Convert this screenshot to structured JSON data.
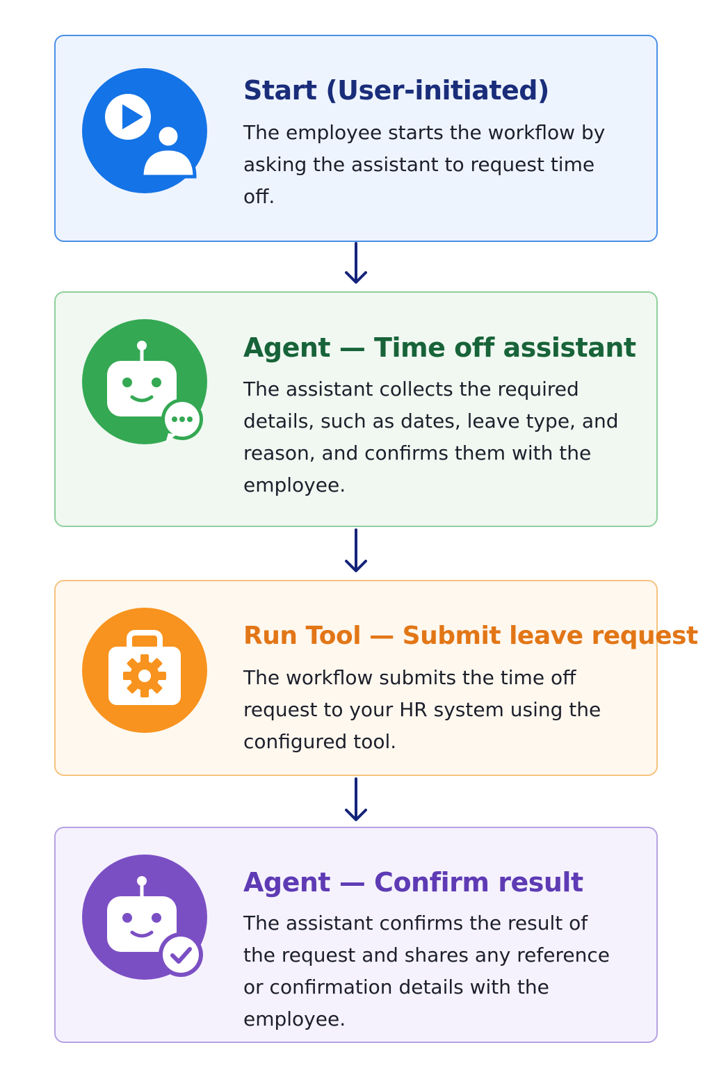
{
  "steps": [
    {
      "title": "Start (User-initiated)",
      "description": "The employee starts the workflow by asking the assistant to request time off.",
      "icon": "play-user-icon",
      "accent": "#1473e6"
    },
    {
      "title": "Agent — Time off assistant",
      "description": "The assistant collects the required details, such as dates, leave type, and reason, and confirms them with the employee.",
      "icon": "robot-chat-icon",
      "accent": "#34a853"
    },
    {
      "title": "Run Tool — Submit leave request",
      "description": "The workflow submits the time off request to your HR system using the configured tool.",
      "icon": "toolbox-gear-icon",
      "accent": "#f7931e"
    },
    {
      "title": "Agent — Confirm result",
      "description": "The assistant confirms the result of the request and shares any reference or confirmation details with the employee.",
      "icon": "robot-check-icon",
      "accent": "#7b4fc4"
    }
  ],
  "connector_color": "#14237a"
}
